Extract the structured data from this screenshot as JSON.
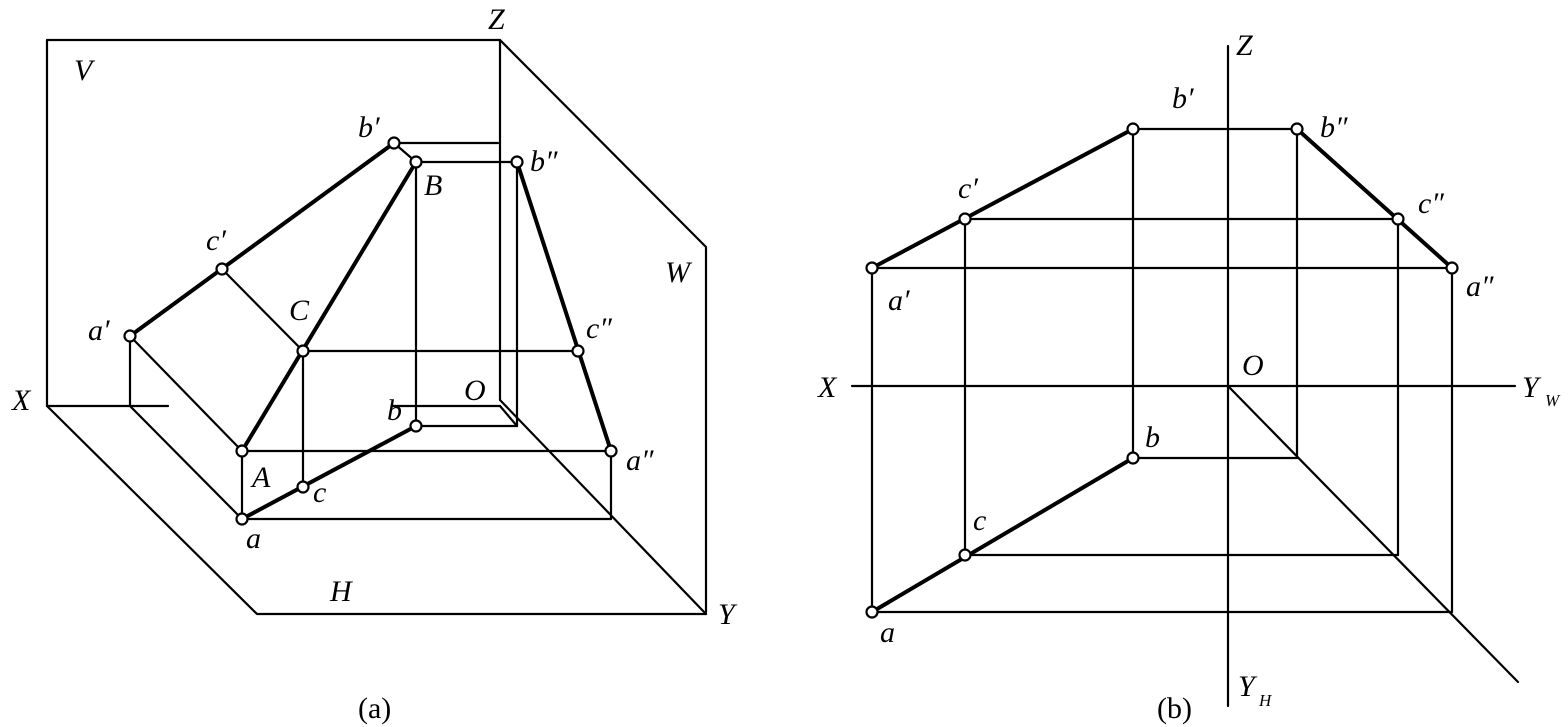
{
  "figure_a": {
    "caption": "(a)",
    "planes": {
      "v": "V",
      "h": "H",
      "w": "W"
    },
    "axes": {
      "x": "X",
      "y": "Y",
      "z": "Z",
      "origin": "O"
    },
    "points": {
      "A": "A",
      "B": "B",
      "C": "C",
      "a": "a",
      "b": "b",
      "c": "c",
      "a1": "a′",
      "b1": "b′",
      "c1": "c′",
      "a2": "a″",
      "b2": "b″",
      "c2": "c″"
    }
  },
  "figure_b": {
    "caption": "(b)",
    "axes": {
      "x": "X",
      "z": "Z",
      "origin": "O",
      "yw": "Y",
      "yw_sub": "W",
      "yh": "Y",
      "yh_sub": "H"
    },
    "points": {
      "a": "a",
      "b": "b",
      "c": "c",
      "a1": "a′",
      "b1": "b′",
      "c1": "c′",
      "a2": "a″",
      "b2": "b″",
      "c2": "c″"
    }
  }
}
